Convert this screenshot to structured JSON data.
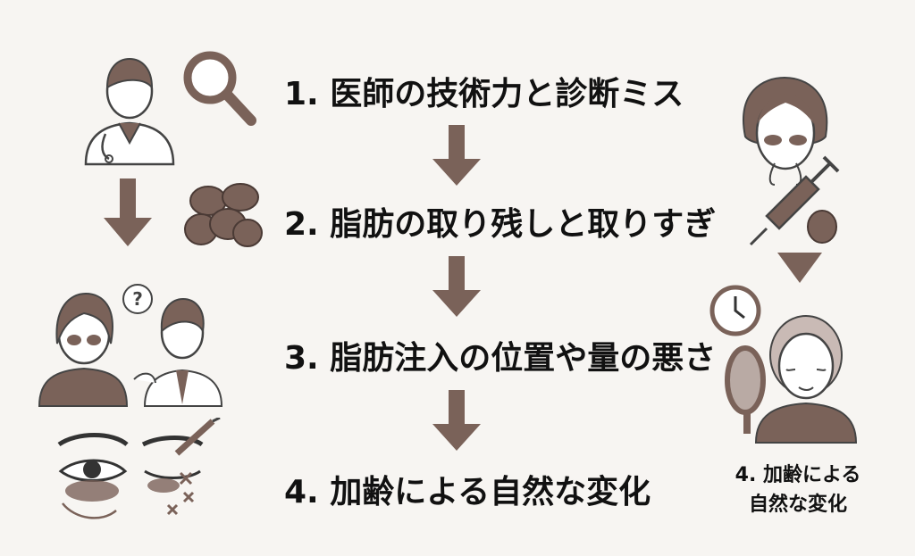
{
  "steps": [
    {
      "label": "1. 医師の技術力と診断ミス"
    },
    {
      "label": "2. 脂肪の取り残しと取りすぎ"
    },
    {
      "label": "3. 脂肪注入の位置や量の悪さ"
    },
    {
      "label": "4. 加齢による自然な変化"
    }
  ],
  "side_caption": {
    "line1": "4. 加齢による",
    "line2": "自然な変化"
  },
  "bubble_text": "?",
  "colors": {
    "background": "#f7f5f2",
    "accent": "#7a6259",
    "text": "#111111"
  }
}
